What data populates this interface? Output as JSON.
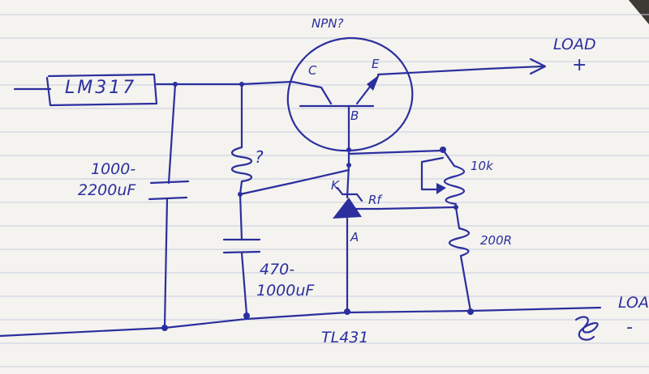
{
  "diagram": {
    "regulator_label": "LM317",
    "transistor_label": "NPN?",
    "collector_label": "C",
    "emitter_label": "E",
    "base_label": "B",
    "load_positive_label": "LOAD",
    "load_positive_sign": "+",
    "load_negative_label": "LOAD",
    "load_negative_sign": "-",
    "cap_input_value_line1": "1000-",
    "cap_input_value_line2": "2200uF",
    "resistor_unknown_label": "?",
    "cap_output_value_line1": "470-",
    "cap_output_value_line2": "1000uF",
    "shunt_cathode_label": "K",
    "shunt_anode_label": "A",
    "shunt_ref_label": "Rf",
    "shunt_part_label": "TL431",
    "pot_value": "10k",
    "resistor_low_value": "200R",
    "colors": {
      "ink": "#2b2f9e",
      "paper": "#f4f3ef",
      "rule_line": "#c9cde0"
    }
  }
}
